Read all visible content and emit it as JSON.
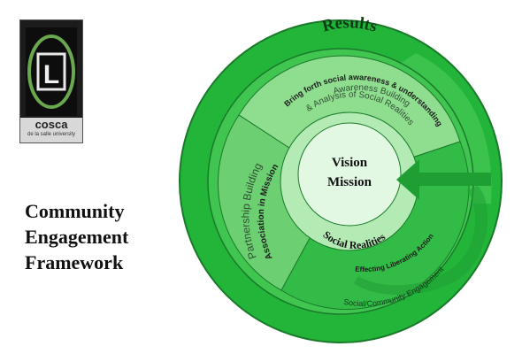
{
  "logo": {
    "name": "cosca",
    "subtitle": "de la salle university",
    "mark_letter": "L"
  },
  "title_lines": [
    "Community",
    "Engagement",
    "Framework"
  ],
  "diagram": {
    "outer_label": "Results",
    "center_lines": [
      "Vision",
      "Mission"
    ],
    "inner_label": "Social Realities",
    "segments": {
      "top": {
        "heading": "Bring forth social awareness & understanding",
        "lines": [
          "Awareness Building",
          "& Analysis of Social Realities"
        ]
      },
      "left": {
        "heading": "Association in Mission",
        "lines": [
          "Partnership Building"
        ]
      },
      "bottom": {
        "heading": "Effecting Liberating Action",
        "lines": [
          "Social/Community Engagement"
        ]
      }
    },
    "colors": {
      "outer_ring": "#22b53a",
      "middle_ring": "#3fc550",
      "segment_top": "#8fdd8f",
      "segment_left": "#6cd072",
      "segment_bottom": "#33bb47",
      "inner_ring": "#b4ebb4",
      "center": "#e3f8e3",
      "arrow": "#1f9e33",
      "outline": "#1a7a2a"
    }
  }
}
